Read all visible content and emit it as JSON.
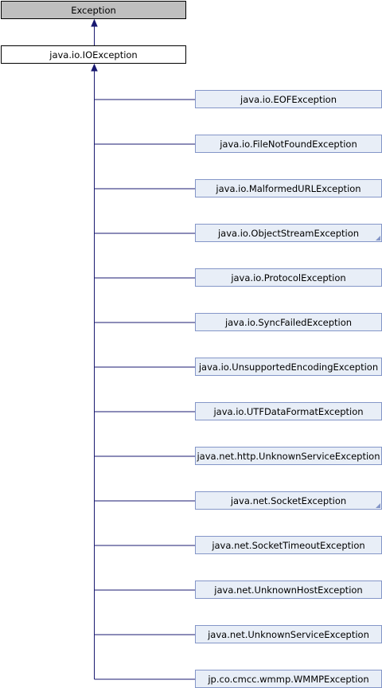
{
  "colors": {
    "edge": "#191970",
    "root_fill": "#bfbfbf",
    "current_fill": "#ffffff",
    "child_fill": "#e8eef7",
    "child_border": "#8496c8"
  },
  "root": {
    "label": "Exception"
  },
  "current": {
    "label": "java.io.IOException"
  },
  "children": [
    {
      "label": "java.io.EOFException",
      "has_more": false
    },
    {
      "label": "java.io.FileNotFoundException",
      "has_more": false
    },
    {
      "label": "java.io.MalformedURLException",
      "has_more": false
    },
    {
      "label": "java.io.ObjectStreamException",
      "has_more": true
    },
    {
      "label": "java.io.ProtocolException",
      "has_more": false
    },
    {
      "label": "java.io.SyncFailedException",
      "has_more": false
    },
    {
      "label": "java.io.UnsupportedEncodingException",
      "has_more": false
    },
    {
      "label": "java.io.UTFDataFormatException",
      "has_more": false
    },
    {
      "label": "java.net.http.UnknownServiceException",
      "has_more": false
    },
    {
      "label": "java.net.SocketException",
      "has_more": true
    },
    {
      "label": "java.net.SocketTimeoutException",
      "has_more": false
    },
    {
      "label": "java.net.UnknownHostException",
      "has_more": false
    },
    {
      "label": "java.net.UnknownServiceException",
      "has_more": false
    },
    {
      "label": "jp.co.cmcc.wmmp.WMMPException",
      "has_more": false
    }
  ]
}
